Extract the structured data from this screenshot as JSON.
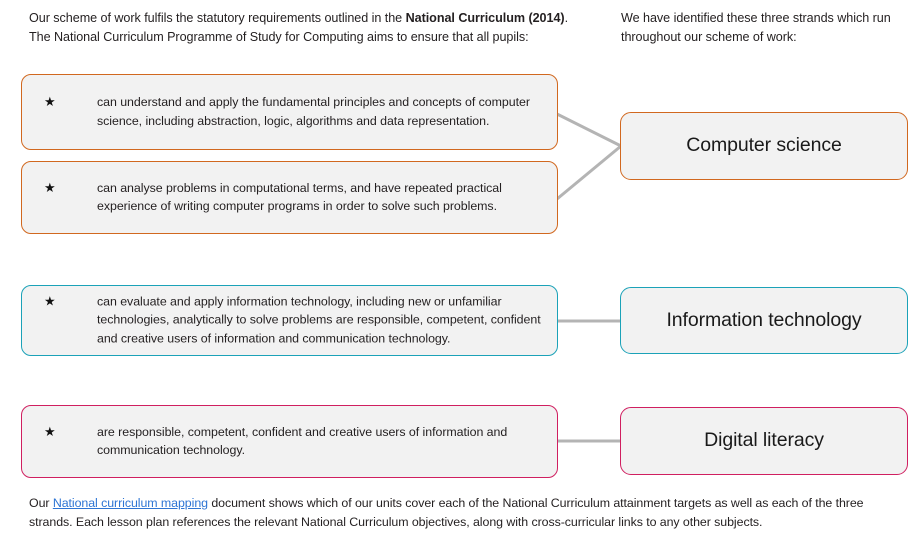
{
  "intro": {
    "left_pre": "Our scheme of work fulfils the statutory requirements outlined in the ",
    "left_bold": "National Curriculum (2014)",
    "left_post": ". The National Curriculum Programme of Study for Computing aims to ensure that all pupils:",
    "right": "We have identified these three strands which run throughout our scheme of work:"
  },
  "bullets": [
    {
      "id": "bullet-computer-science-1",
      "marker": "★",
      "text": "can understand and apply the fundamental principles and concepts of computer science, including abstraction, logic, algorithms and data representation.",
      "color": "#d1681f"
    },
    {
      "id": "bullet-computer-science-2",
      "marker": "★",
      "text": "can analyse problems in computational terms, and have repeated practical experience of writing computer programs in order to solve such problems.",
      "color": "#d1681f"
    },
    {
      "id": "bullet-information-technology",
      "marker": "★",
      "text": "can evaluate and apply information technology, including new or unfamiliar technologies, analytically to solve problems are responsible, competent, confident and creative users of information and communication technology.",
      "color": "#1ba2b8"
    },
    {
      "id": "bullet-digital-literacy",
      "marker": "★",
      "text": "are responsible, competent, confident and creative users of information and communication technology.",
      "color": "#d01f60"
    }
  ],
  "strands": [
    {
      "id": "strand-computer-science",
      "label": "Computer science",
      "color": "#d1681f"
    },
    {
      "id": "strand-information-technology",
      "label": "Information technology",
      "color": "#1ba2b8"
    },
    {
      "id": "strand-digital-literacy",
      "label": "Digital literacy",
      "color": "#d01f60"
    }
  ],
  "connector_color": "#b4b4b4",
  "footer": {
    "pre": "Our ",
    "link": "National curriculum mapping",
    "post": " document shows which of our units cover each of the National Curriculum attainment targets as well as each of the three strands. Each lesson plan references the relevant National Curriculum objectives, along with cross-curricular links to any other subjects.",
    "link_color": "#2e75d4"
  }
}
